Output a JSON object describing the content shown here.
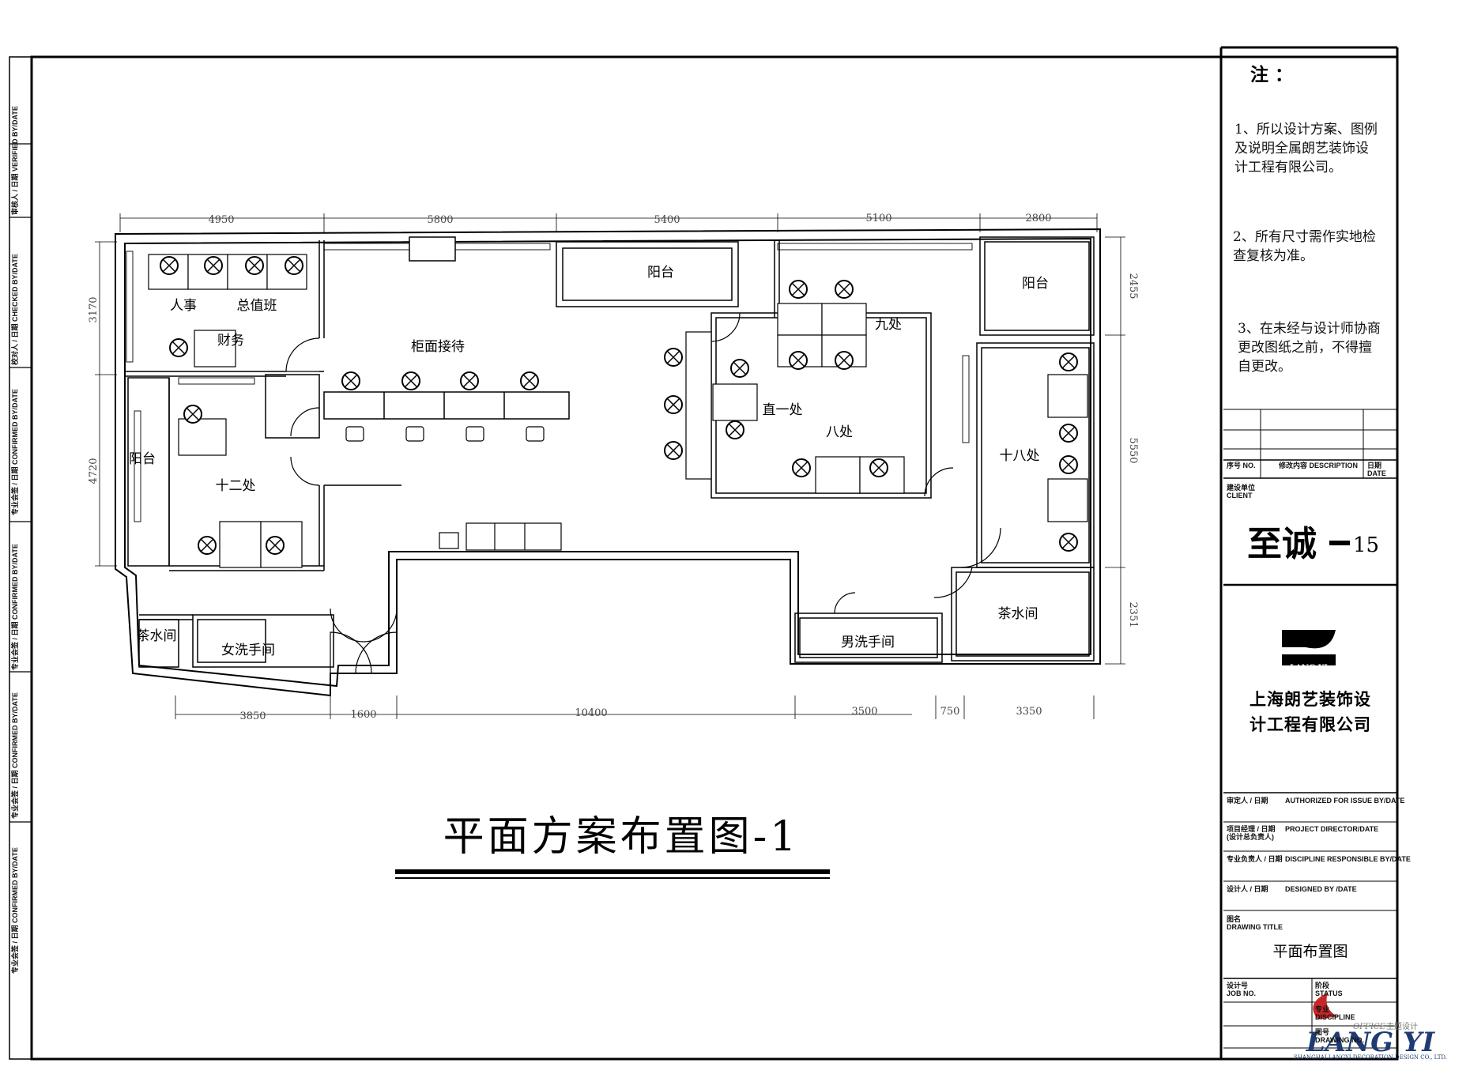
{
  "drawing": {
    "main_title": "平面方案布置图-1"
  },
  "left_strip": [
    "审核人 / 日期 VERIFIED BY/DATE",
    "校对人 / 日期 CHECKED BY/DATE",
    "专业会签 / 日期 CONFIRMED BY/DATE",
    "专业会签 / 日期 CONFIRMED BY/DATE",
    "专业会签 / 日期 CONFIRMED BY/DATE",
    "专业会签 / 日期 CONFIRMED BY/DATE"
  ],
  "rooms": {
    "renshi": "人事",
    "zongzhiban": "总值班",
    "caiwu": "财务",
    "guimian": "柜面接待",
    "yangtai1": "阳台",
    "jiuchu": "九处",
    "yangtai2": "阳台",
    "zhiyichu": "直一处",
    "bachu": "八处",
    "shibachu": "十八处",
    "yangtai3": "阳台",
    "shierchu": "十二处",
    "chashui1": "茶水间",
    "nvxishou": "女洗手间",
    "nanxishou": "男洗手间",
    "chashui2": "茶水间"
  },
  "dimensions": {
    "top": [
      "4950",
      "5800",
      "5400",
      "5100",
      "2800"
    ],
    "left": [
      "3170",
      "4720"
    ],
    "right": [
      "2455",
      "5550",
      "2351"
    ],
    "bottom": [
      "3850",
      "1600",
      "10400",
      "3500",
      "750",
      "3350"
    ]
  },
  "title_block": {
    "notes_heading": "注 ：",
    "notes": [
      "1、所以设计方案、图例",
      "及说明全属朗艺装饰设",
      "计工程有限公司。",
      "2、所有尺寸需作实地检",
      "查复核为准。",
      "3、在未经与设计师协商",
      "更改图纸之前，不得擅",
      "自更改。"
    ],
    "rev_no": "序号 NO.",
    "rev_desc": "修改内容 DESCRIPTION",
    "rev_date": "日期 DATE",
    "client_label_cn": "建设单位",
    "client_label_en": "CLIENT",
    "client_name": "至诚",
    "client_num": "15",
    "logo_text": "LANG YI",
    "company_line1": "上海朗艺装饰设",
    "company_line2": "计工程有限公司",
    "rows": [
      {
        "cn": "审定人 / 日期",
        "en": "AUTHORIZED FOR ISSUE BY/DATE"
      },
      {
        "cn": "项目经理 / 日期 (设计总负责人)",
        "en": "PROJECT DIRECTOR/DATE"
      },
      {
        "cn": "专业负责人 / 日期",
        "en": "DISCIPLINE RESPONSIBLE BY/DATE"
      },
      {
        "cn": "设计人 / 日期",
        "en": "DESIGNED BY /DATE"
      }
    ],
    "drawing_title_cn": "图名",
    "drawing_title_en": "DRAWING TITLE",
    "drawing_title": "平面布置图",
    "job_no_cn": "设计号",
    "job_no_en": "JOB NO.",
    "stage_cn": "阶段",
    "stage_en": "STATUS",
    "discipline_cn": "专业",
    "discipline_en": "DISCIPLINE",
    "drawing_no_cn": "图号",
    "drawing_no_en": "DRAWING NO."
  },
  "watermark": {
    "office": "OFFICE",
    "theme": "主题设计",
    "brand": "LANG YI",
    "company_en": "SHANGHAI LANGYI DECORATION DESIGN CO., LTD."
  }
}
